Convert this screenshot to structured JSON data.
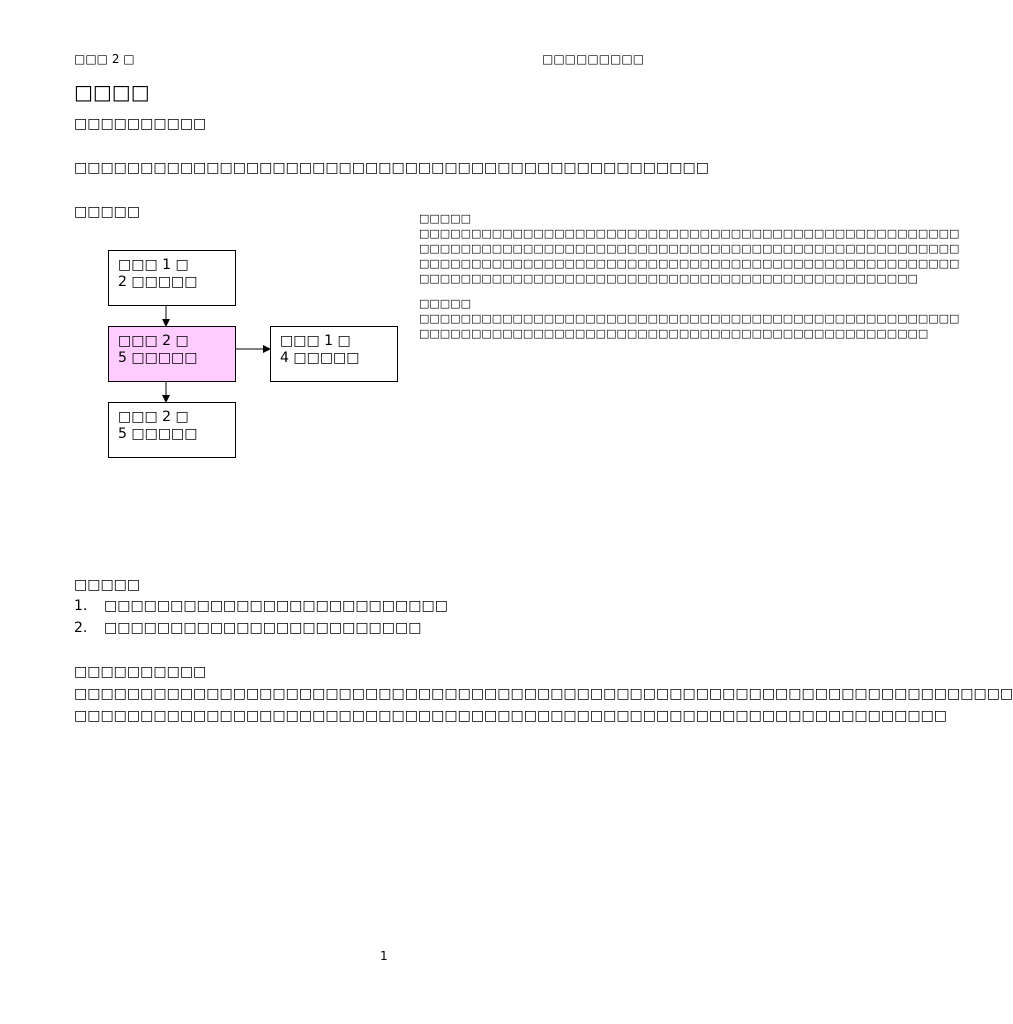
{
  "header": {
    "left": "□□□ 2 □",
    "right": "□□□□□□□□□"
  },
  "title": "□□□□",
  "subtitle": "□□□□□□□□□□",
  "intro": "□□□□□□□□□□□□□□□□□□□□□□□□□□□□□□□□□□□□□□□□□□□□□□□□",
  "flow_section": {
    "heading": "□□□□□",
    "boxes": [
      {
        "line1": "□□□ 1 □",
        "line2": "2 □□□□□",
        "highlight": false
      },
      {
        "line1": "□□□ 2 □",
        "line2": "5 □□□□□",
        "highlight": true
      },
      {
        "line1": "□□□ 1 □",
        "line2": "4 □□□□□",
        "highlight": false
      },
      {
        "line1": "□□□ 2 □",
        "line2": "5 □□□□□",
        "highlight": false
      }
    ]
  },
  "notes": [
    {
      "title": "□□□□□",
      "lines": [
        "□□□□□□□□□□□□□□□□□□□□□□□□□□□□□□□□□□□□□□□□□□□□□□□□□□□□",
        "□□□□□□□□□□□□□□□□□□□□□□□□□□□□□□□□□□□□□□□□□□□□□□□□□□□□",
        "□□□□□□□□□□□□□□□□□□□□□□□□□□□□□□□□□□□□□□□□□□□□□□□□□□□□",
        "□□□□□□□□□□□□□□□□□□□□□□□□□□□□□□□□□□□□□□□□□□□□□□□□"
      ]
    },
    {
      "title": "□□□□□",
      "lines": [
        "□□□□□□□□□□□□□□□□□□□□□□□□□□□□□□□□□□□□□□□□□□□□□□□□□□□□",
        "□□□□□□□□□□□□□□□□□□□□□□□□□□□□□□□□□□□□□□□□□□□□□□□□□"
      ]
    }
  ],
  "steps_section": {
    "heading": "□□□□□",
    "items": [
      {
        "num": "1.",
        "text": "□□□□□□□□□□□□□□□□□□□□□□□□□□"
      },
      {
        "num": "2.",
        "text": "□□□□□□□□□□□□□□□□□□□□□□□□"
      }
    ]
  },
  "summary_section": {
    "heading": "□□□□□□□□□□",
    "lines": [
      "□□□□□□□□□□□□□□□□□□□□□□□□□□□□□□□□□□□□□□□□□□□□□□□□□□□□□□□□□□□□□□□□□□□□□□□",
      "□□□□□□□□□□□□□□□□□□□□□□□□□□□□□□□□□□□□□□□□□□□□□□□□□□□□□□□□□□□□□□□□□□"
    ]
  },
  "page_number": "1"
}
